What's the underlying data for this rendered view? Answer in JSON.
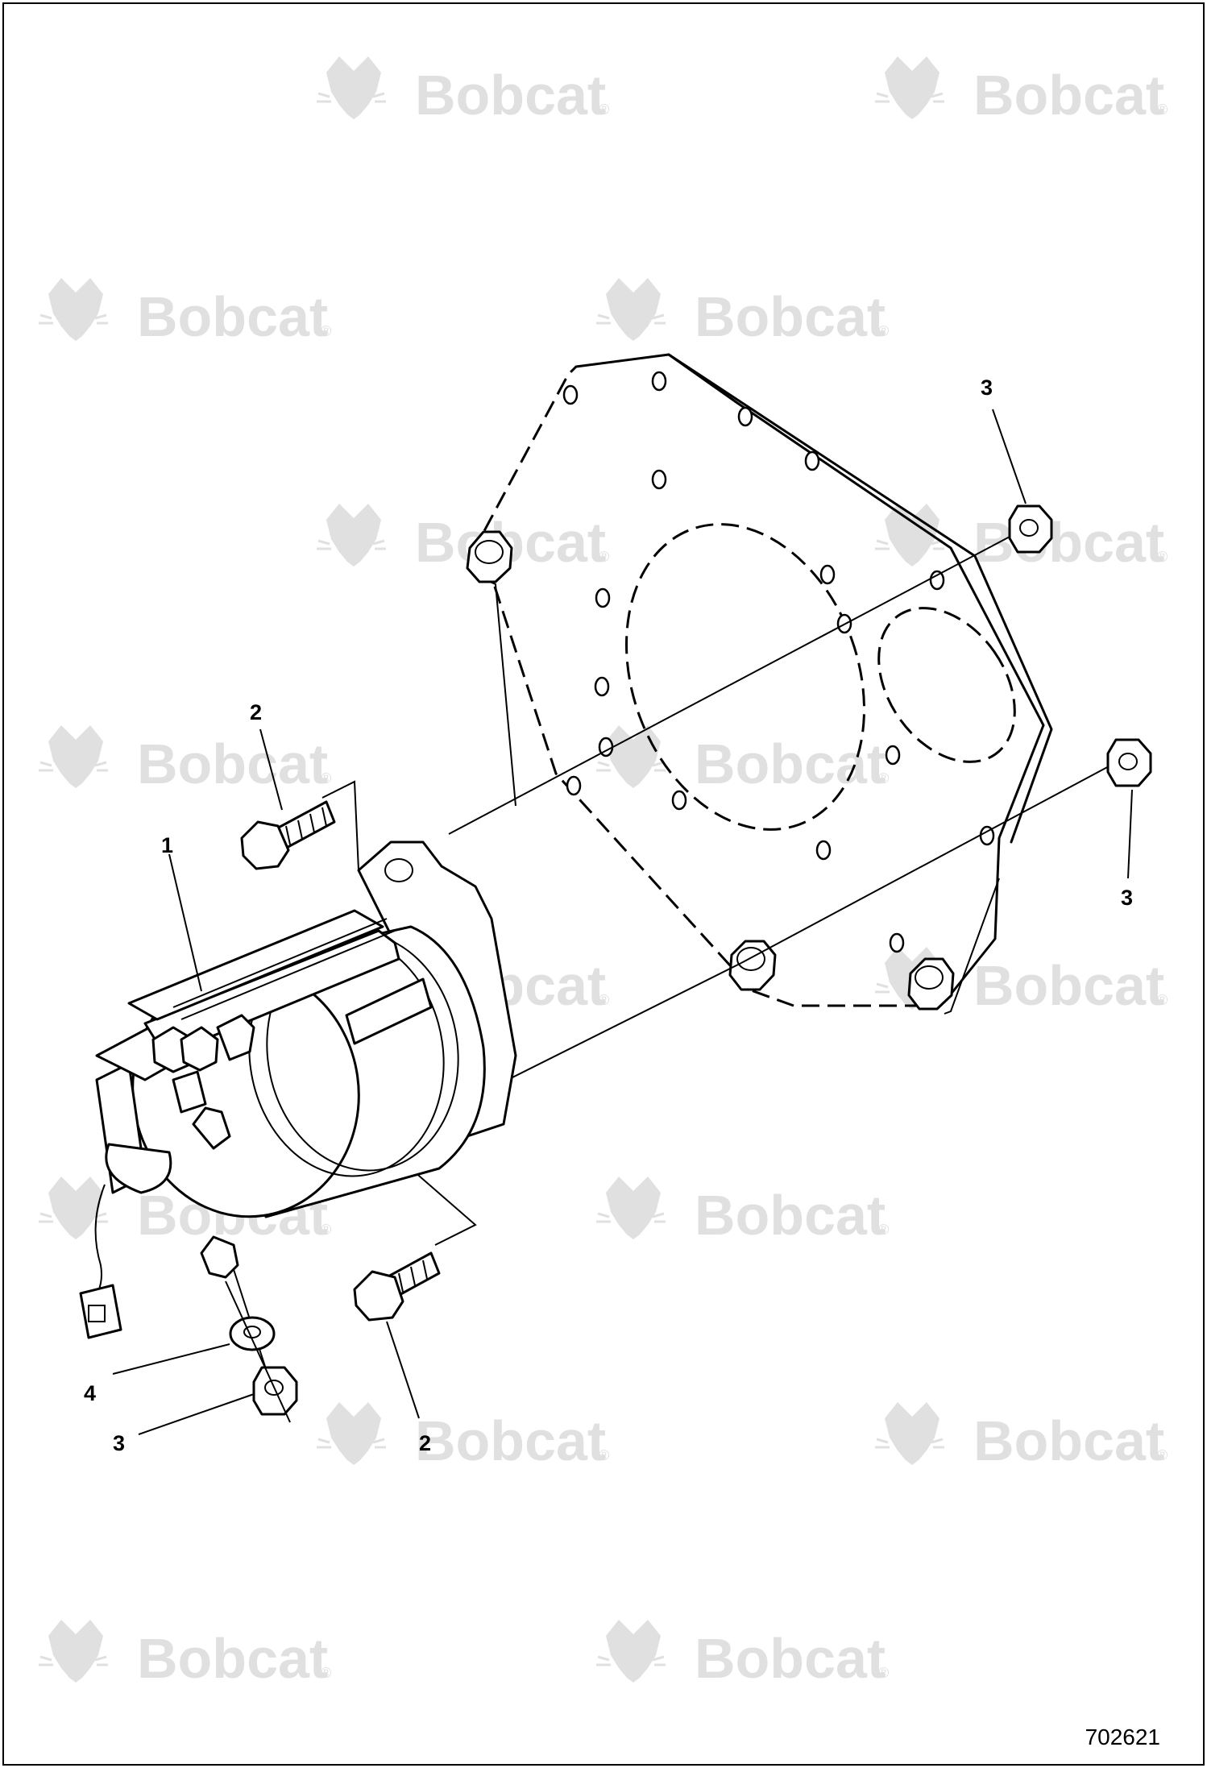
{
  "watermark": {
    "brand": "Bobcat",
    "mark": "®",
    "logo_icon": "bobcat-head-logo-icon",
    "color": "#e0e0e0"
  },
  "callouts": [
    {
      "id": "starter",
      "label": "1"
    },
    {
      "id": "bolt-upper",
      "label": "2"
    },
    {
      "id": "bolt-lower",
      "label": "2"
    },
    {
      "id": "nut-upper-right",
      "label": "3"
    },
    {
      "id": "nut-right",
      "label": "3"
    },
    {
      "id": "nut-lower-left",
      "label": "3"
    },
    {
      "id": "washer",
      "label": "4"
    }
  ],
  "drawing_number": "702621",
  "colors": {
    "line": "#000000",
    "background": "#ffffff"
  }
}
